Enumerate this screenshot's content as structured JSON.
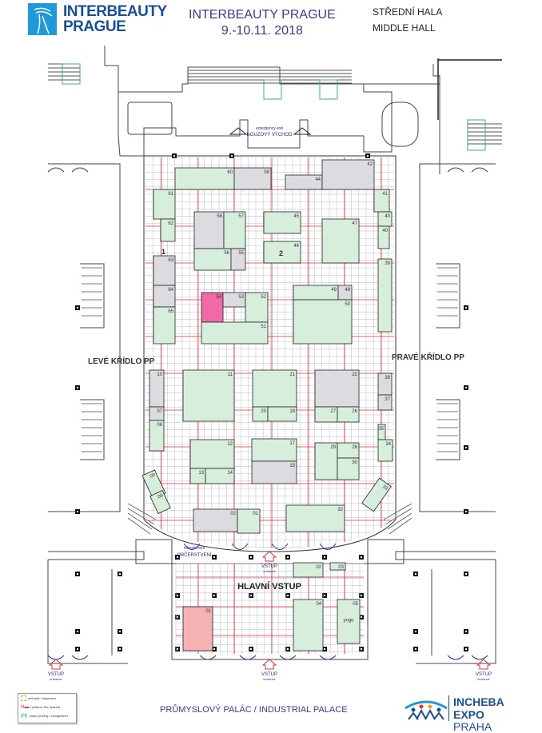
{
  "header": {
    "logo_line1": "INTERBEAUTY",
    "logo_line2": "PRAGUE",
    "title": "INTERBEAUTY PRAGUE",
    "dates": "9.-10.11. 2018",
    "hall_cz": "STŘEDNÍ HALA",
    "hall_en": "MIDDLE HALL"
  },
  "colors": {
    "booth_green": "#d8eedc",
    "booth_gray": "#dcdce0",
    "booth_pink": "#ef6aa6",
    "booth_salmon": "#f5b2b2",
    "grid_red": "#e0303a",
    "grid_gray": "#b9b9c4",
    "text_blue": "#3b3b8f"
  },
  "labels": {
    "emergency_en": "emergency exit",
    "emergency_cz": "NOUZOVÝ VÝCHOD",
    "left_wing": "LEVÉ KŘÍDLO PP",
    "right_wing": "PRAVÉ KŘÍDLO PP",
    "refreshment_en": "refreshment",
    "refreshment_cz": "OBČERSTVENÍ",
    "main_entrance": "HLAVNÍ VSTUP",
    "zone1": "1",
    "zone2": "2",
    "entrance_cz": "VSTUP",
    "entrance_en": "entrance"
  },
  "booths": [
    {
      "label": "60",
      "status": "green"
    },
    {
      "label": "59",
      "status": "gray"
    },
    {
      "label": "44",
      "status": "gray"
    },
    {
      "label": "42",
      "status": "gray"
    },
    {
      "label": "61",
      "status": "green"
    },
    {
      "label": "62",
      "status": "green"
    },
    {
      "label": "58",
      "status": "gray"
    },
    {
      "label": "57",
      "status": "green"
    },
    {
      "label": "56",
      "status": "green"
    },
    {
      "label": "55",
      "status": "gray"
    },
    {
      "label": "45",
      "status": "green"
    },
    {
      "label": "46",
      "status": "green"
    },
    {
      "label": "47",
      "status": "green"
    },
    {
      "label": "41",
      "status": "green"
    },
    {
      "label": "40",
      "status": "green"
    },
    {
      "label": "40",
      "status": "green"
    },
    {
      "label": "39",
      "status": "green"
    },
    {
      "label": "63",
      "status": "gray"
    },
    {
      "label": "64",
      "status": "gray"
    },
    {
      "label": "65",
      "status": "green"
    },
    {
      "label": "54",
      "status": "pink"
    },
    {
      "label": "53",
      "status": "gray"
    },
    {
      "label": "52",
      "status": "green"
    },
    {
      "label": "51",
      "status": "green"
    },
    {
      "label": "49",
      "status": "green"
    },
    {
      "label": "48",
      "status": "gray"
    },
    {
      "label": "50",
      "status": "green"
    },
    {
      "label": "10",
      "status": "gray"
    },
    {
      "label": "07",
      "status": "gray"
    },
    {
      "label": "06",
      "status": "green"
    },
    {
      "label": "11",
      "status": "green"
    },
    {
      "label": "21",
      "status": "green"
    },
    {
      "label": "20",
      "status": "green"
    },
    {
      "label": "18",
      "status": "green"
    },
    {
      "label": "22",
      "status": "gray"
    },
    {
      "label": "27",
      "status": "green"
    },
    {
      "label": "26",
      "status": "green"
    },
    {
      "label": "38",
      "status": "gray"
    },
    {
      "label": "37",
      "status": "gray"
    },
    {
      "label": "35",
      "status": "green"
    },
    {
      "label": "34",
      "status": "green"
    },
    {
      "label": "12",
      "status": "green"
    },
    {
      "label": "13",
      "status": "green"
    },
    {
      "label": "14",
      "status": "green"
    },
    {
      "label": "17",
      "status": "green"
    },
    {
      "label": "15",
      "status": "gray"
    },
    {
      "label": "29",
      "status": "green"
    },
    {
      "label": "28",
      "status": "green"
    },
    {
      "label": "30",
      "status": "green"
    },
    {
      "label": "02",
      "status": "gray"
    },
    {
      "label": "01",
      "status": "green"
    },
    {
      "label": "32",
      "status": "green"
    },
    {
      "label": "09",
      "status": "green"
    },
    {
      "label": "08",
      "status": "green"
    },
    {
      "label": "33",
      "status": "green"
    },
    {
      "label": "02",
      "status": "green"
    },
    {
      "label": "03",
      "status": "green"
    },
    {
      "label": "01",
      "status": "salmon"
    },
    {
      "label": "04",
      "status": "green"
    },
    {
      "label": "05",
      "status": "green",
      "note": "yogo"
    }
  ],
  "legend": [
    {
      "icon": "dispenser-icon",
      "text": "automat / dispenser"
    },
    {
      "icon": "hydrant-icon",
      "text": "hydrant / fire hydrant"
    },
    {
      "icon": "first-aid-icon",
      "text": "hasicí přístroj / extinguisher"
    }
  ],
  "footer": {
    "text": "PRŮMYSLOVÝ PALÁC / INDUSTRIAL PALACE"
  },
  "organizer": {
    "line1": "INCHEBA",
    "line2a": "EXPO",
    "line2b": " PRAHA"
  }
}
